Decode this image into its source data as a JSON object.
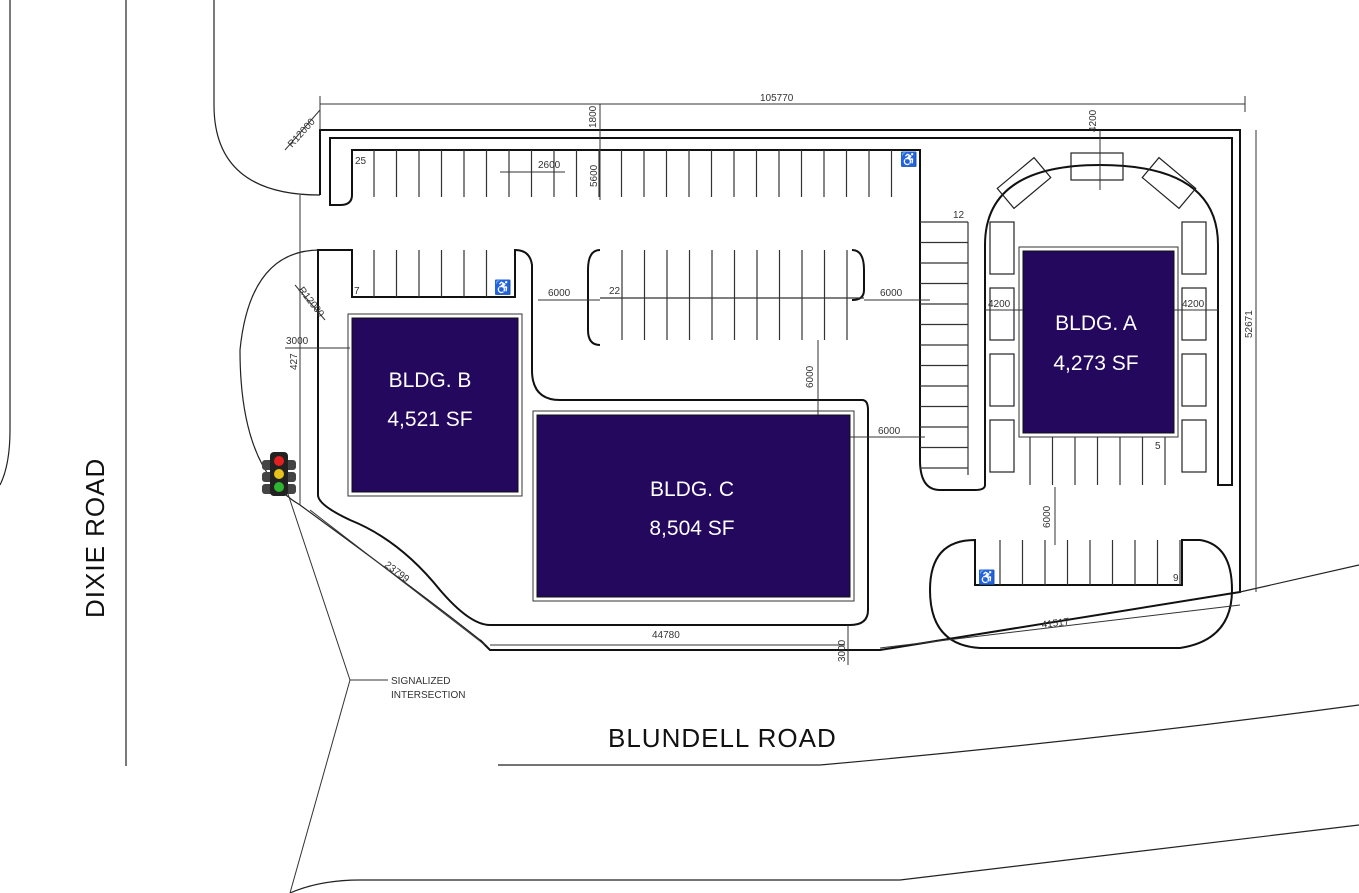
{
  "roads": {
    "dixie": "DIXIE ROAD",
    "blundell": "BLUNDELL ROAD"
  },
  "buildings": [
    {
      "id": "A",
      "name": "BLDG. A",
      "area": "4,273 SF"
    },
    {
      "id": "B",
      "name": "BLDG. B",
      "area": "4,521 SF"
    },
    {
      "id": "C",
      "name": "BLDG. C",
      "area": "8,504 SF"
    }
  ],
  "colors": {
    "building_fill": "#24085e",
    "building_text": "#ffffff"
  },
  "dimensions": {
    "overall_width": "105770",
    "overall_depth": "52671",
    "top_setback": "1800",
    "stall_width": "2600",
    "stall_depth": "5600",
    "bldg_a_top": "4200",
    "bldg_a_left": "4200",
    "bldg_a_right": "4200",
    "aisle_left": "6000",
    "aisle_right": "6000",
    "aisle_mid": "6000",
    "aisle_c_right": "6000",
    "aisle_a_bottom": "6000",
    "left_setback": "3000",
    "left_partial": "427",
    "radius_top": "R12000",
    "radius_entry": "R12000",
    "diagonal": "23799",
    "bottom_frontage": "44780",
    "bottom_setback": "3000",
    "bottom_right": "41517"
  },
  "stall_counts": {
    "top_row": "25",
    "left_mid": "7",
    "center": "22",
    "right_column": "12",
    "bldg_a_bottom": "5",
    "bottom_row": "9"
  },
  "annotation": {
    "line1": "SIGNALIZED",
    "line2": "INTERSECTION"
  },
  "icons": {
    "traffic_light": "traffic-light-icon",
    "accessible_parking": "wheelchair-icon"
  }
}
